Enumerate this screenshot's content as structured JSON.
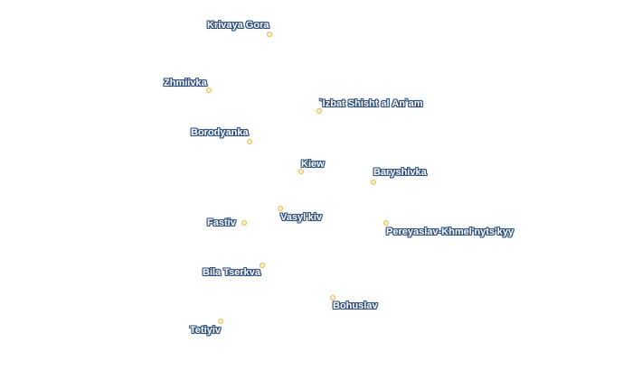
{
  "colors": {
    "background": "#ffffff",
    "marker_fill": "#fbeed0",
    "marker_stroke": "#e9b94c",
    "label_text": "#ffffff",
    "label_halo": "#2f4f7e"
  },
  "places": [
    {
      "id": "krivaya-gora",
      "name": "Krivaya Gora"
    },
    {
      "id": "zhmiivka",
      "name": "Zhmiivka"
    },
    {
      "id": "izbat-shisht-al-anam",
      "name": "`Izbat Shisht al An`am"
    },
    {
      "id": "borodyanka",
      "name": "Borodyanka"
    },
    {
      "id": "kiew",
      "name": "Kiew"
    },
    {
      "id": "baryshivka",
      "name": "Baryshivka"
    },
    {
      "id": "vasylkiv",
      "name": "Vasyl'kiv"
    },
    {
      "id": "fastiv",
      "name": "Fastiv"
    },
    {
      "id": "pereyaslav-khmelnytskyy",
      "name": "Pereyaslav-Khmel'nyts'kyy"
    },
    {
      "id": "bila-tserkva",
      "name": "Bila Tserkva"
    },
    {
      "id": "bohuslav",
      "name": "Bohuslav"
    },
    {
      "id": "tetiyiv",
      "name": "Tetiyiv"
    }
  ]
}
